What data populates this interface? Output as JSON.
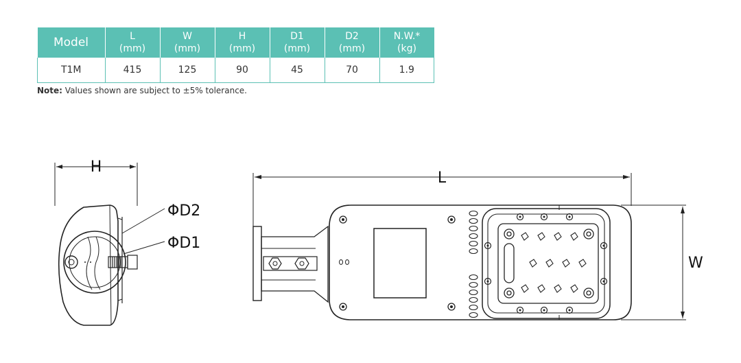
{
  "table": {
    "headers": [
      {
        "top": "Model",
        "bottom": ""
      },
      {
        "top": "L",
        "bottom": "(mm)"
      },
      {
        "top": "W",
        "bottom": "(mm)"
      },
      {
        "top": "H",
        "bottom": "(mm)"
      },
      {
        "top": "D1",
        "bottom": "(mm)"
      },
      {
        "top": "D2",
        "bottom": "(mm)"
      },
      {
        "top": "N.W.*",
        "bottom": "(kg)"
      }
    ],
    "rows": [
      [
        "T1M",
        "415",
        "125",
        "90",
        "45",
        "70",
        "1.9"
      ]
    ]
  },
  "note": {
    "prefix": "Note:",
    "text": "Values shown are subject to ±5% tolerance."
  },
  "drawing": {
    "side_view": {
      "dim_h": "H",
      "label_d2": "ΦD2",
      "label_d1": "ΦD1"
    },
    "top_view": {
      "dim_l": "L",
      "dim_w": "W"
    }
  },
  "colors": {
    "header_bg": "#5bc0b4",
    "line": "#222222"
  }
}
